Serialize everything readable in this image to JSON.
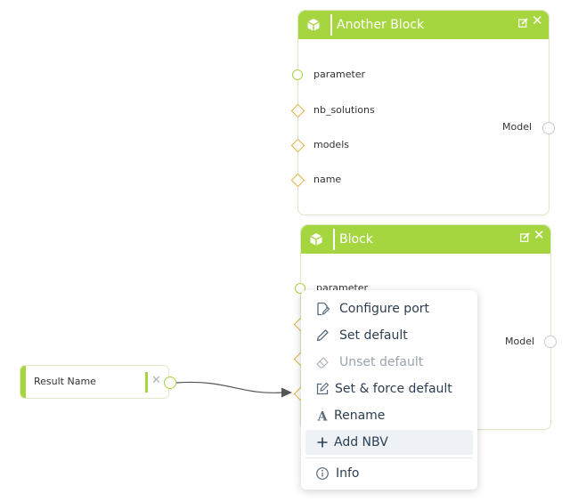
{
  "blocks": [
    {
      "title": "Another Block",
      "inputs": [
        {
          "label": "parameter",
          "kind": "circle"
        },
        {
          "label": "nb_solutions",
          "kind": "diamond"
        },
        {
          "label": "models",
          "kind": "diamond"
        },
        {
          "label": "name",
          "kind": "diamond"
        }
      ],
      "output": "Model"
    },
    {
      "title": "Block",
      "inputs": [
        {
          "label": "parameter",
          "kind": "circle"
        }
      ],
      "output": "Model"
    }
  ],
  "result_node": {
    "label": "Result Name",
    "close": "✕"
  },
  "context_menu": {
    "items": [
      {
        "label": "Configure port",
        "icon": "configure-port-icon",
        "disabled": false
      },
      {
        "label": "Set default",
        "icon": "pencil-icon",
        "disabled": false
      },
      {
        "label": "Unset default",
        "icon": "eraser-icon",
        "disabled": true
      },
      {
        "label": "Set & force default",
        "icon": "edit-square-icon",
        "disabled": false
      },
      {
        "label": "Rename",
        "icon": "letter-a-icon",
        "disabled": false
      },
      {
        "label": "Add NBV",
        "icon": "plus-icon",
        "disabled": false,
        "highlighted": true
      },
      {
        "label": "Info",
        "icon": "info-icon",
        "disabled": false
      }
    ]
  },
  "colors": {
    "accent": "#a5d53f",
    "diamond_port": "#e0b040",
    "port_grey": "#c8c8c8",
    "menu_text": "#2c3e50",
    "menu_disabled": "#9aa3ad",
    "menu_highlight": "#eef2f7"
  }
}
